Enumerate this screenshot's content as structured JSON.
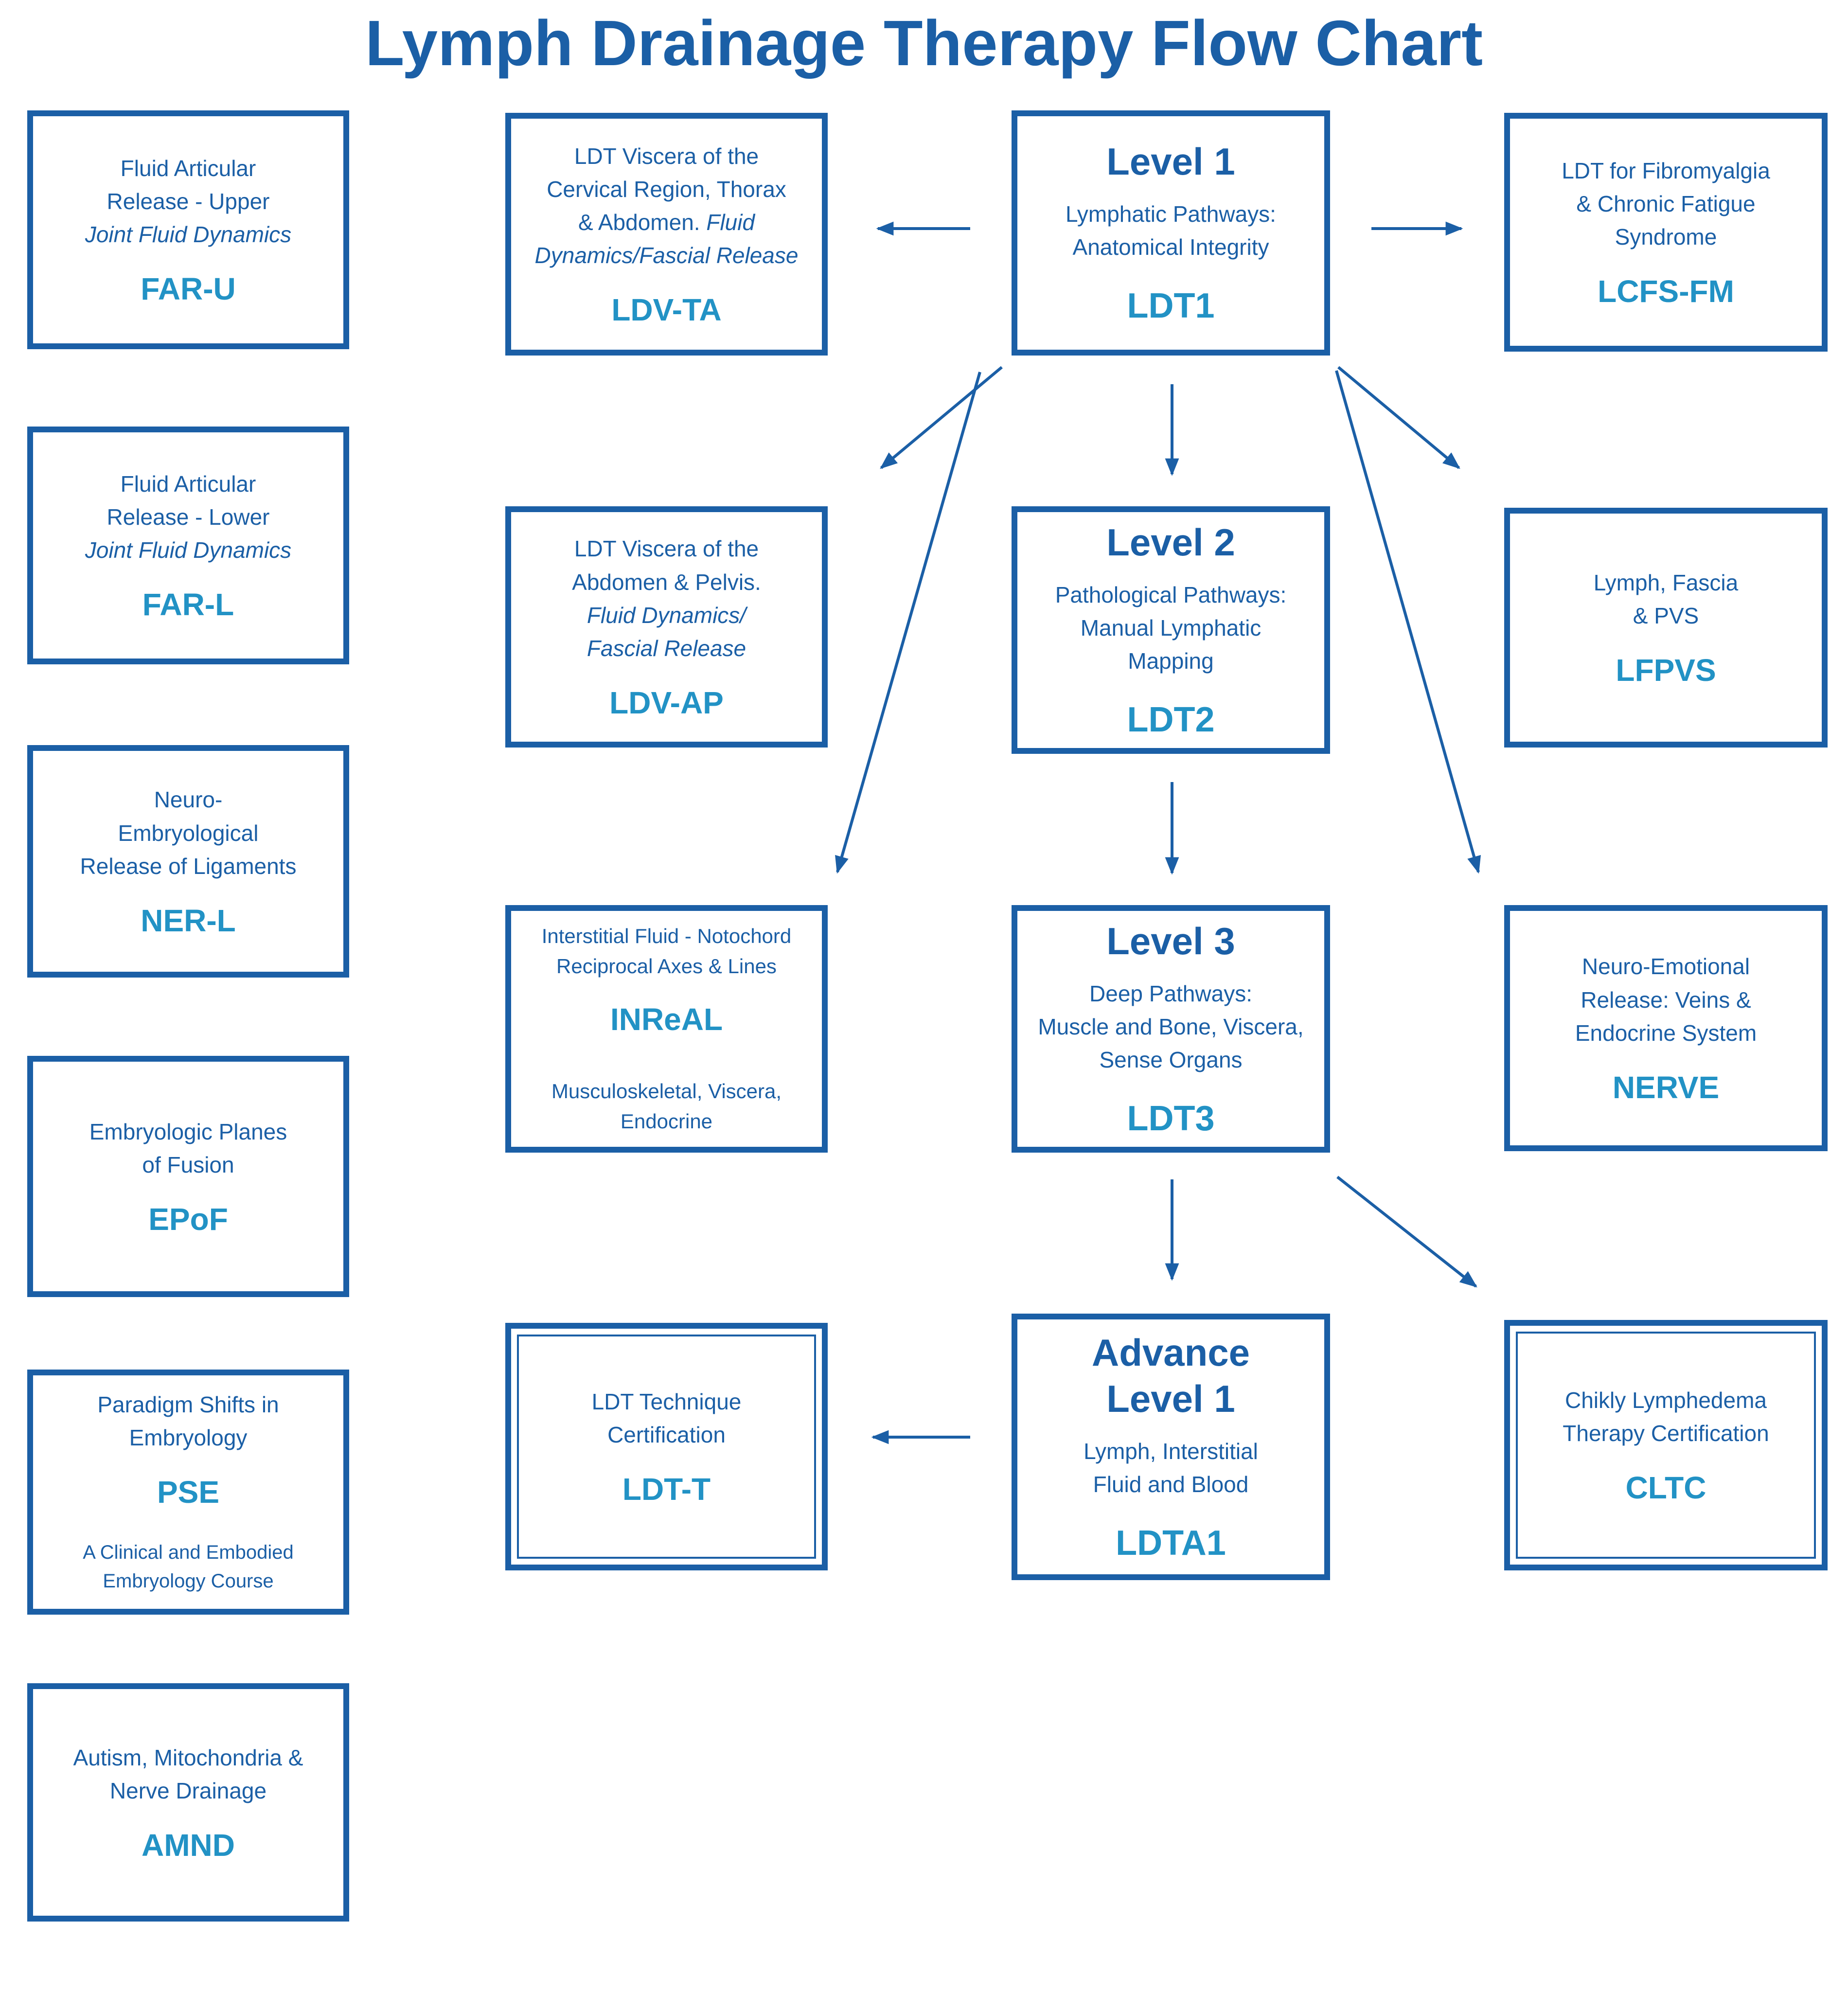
{
  "title": "Lymph Drainage Therapy Flow Chart",
  "colors": {
    "primary": "#1b5fa6",
    "accent": "#2292c5"
  },
  "boxes": {
    "far_u": {
      "body": "Fluid Articular\nRelease - Upper",
      "italic": "Joint Fluid Dynamics",
      "acronym": "FAR-U"
    },
    "far_l": {
      "body": "Fluid Articular\nRelease - Lower",
      "italic": "Joint Fluid Dynamics",
      "acronym": "FAR-L"
    },
    "ner_l": {
      "body": "Neuro-\nEmbryological\nRelease of Ligaments",
      "acronym": "NER-L"
    },
    "epof": {
      "body": "Embryologic Planes\nof Fusion",
      "acronym": "EPoF"
    },
    "pse": {
      "body": "Paradigm Shifts in\nEmbryology",
      "acronym": "PSE",
      "sub": "A Clinical and Embodied\nEmbryology Course"
    },
    "amnd": {
      "body": "Autism, Mitochondria &\nNerve Drainage",
      "acronym": "AMND"
    },
    "ldv_ta": {
      "body": "LDT Viscera of the\nCervical Region, Thorax\n& Abdomen. ",
      "italic": "Fluid\nDynamics/Fascial Release",
      "acronym": "LDV-TA"
    },
    "ldv_ap": {
      "body": "LDT Viscera of the\nAbdomen & Pelvis.",
      "italic": "Fluid Dynamics/\nFascial Release",
      "acronym": "LDV-AP"
    },
    "inreal": {
      "body": "Interstitial Fluid - Notochord\nReciprocal Axes & Lines",
      "acronym": "INReAL",
      "sub2": "Musculoskeletal, Viscera,\nEndocrine"
    },
    "ldt_t": {
      "body": "LDT Technique\nCertification",
      "acronym": "LDT-T"
    },
    "level1": {
      "heading": "Level 1",
      "body": "Lymphatic Pathways:\nAnatomical Integrity",
      "acronym": "LDT1"
    },
    "level2": {
      "heading": "Level 2",
      "body": "Pathological Pathways:\nManual Lymphatic\nMapping",
      "acronym": "LDT2"
    },
    "level3": {
      "heading": "Level 3",
      "body": "Deep Pathways:\nMuscle and Bone, Viscera,\nSense Organs",
      "acronym": "LDT3"
    },
    "advance1": {
      "heading": "Advance\nLevel 1",
      "body": "Lymph, Interstitial\nFluid and Blood",
      "acronym": "LDTA1"
    },
    "lcfs_fm": {
      "body": "LDT for Fibromyalgia\n& Chronic Fatigue\nSyndrome",
      "acronym": "LCFS-FM"
    },
    "lfpvs": {
      "body": "Lymph, Fascia\n& PVS",
      "acronym": "LFPVS"
    },
    "nerve": {
      "body": "Neuro-Emotional\nRelease: Veins &\nEndocrine System",
      "acronym": "NERVE"
    },
    "cltc": {
      "body": "Chikly Lymphedema\nTherapy Certification",
      "acronym": "CLTC"
    }
  },
  "connections": [
    {
      "from": "level1",
      "to": "ldv_ta"
    },
    {
      "from": "level1",
      "to": "lcfs_fm"
    },
    {
      "from": "level1",
      "to": "level2"
    },
    {
      "from": "level1",
      "to": "ldv_ap"
    },
    {
      "from": "level1",
      "to": "inreal"
    },
    {
      "from": "level1",
      "to": "lfpvs"
    },
    {
      "from": "level1",
      "to": "nerve"
    },
    {
      "from": "level2",
      "to": "level3"
    },
    {
      "from": "level3",
      "to": "advance1"
    },
    {
      "from": "level3",
      "to": "cltc"
    },
    {
      "from": "advance1",
      "to": "ldt_t"
    }
  ]
}
